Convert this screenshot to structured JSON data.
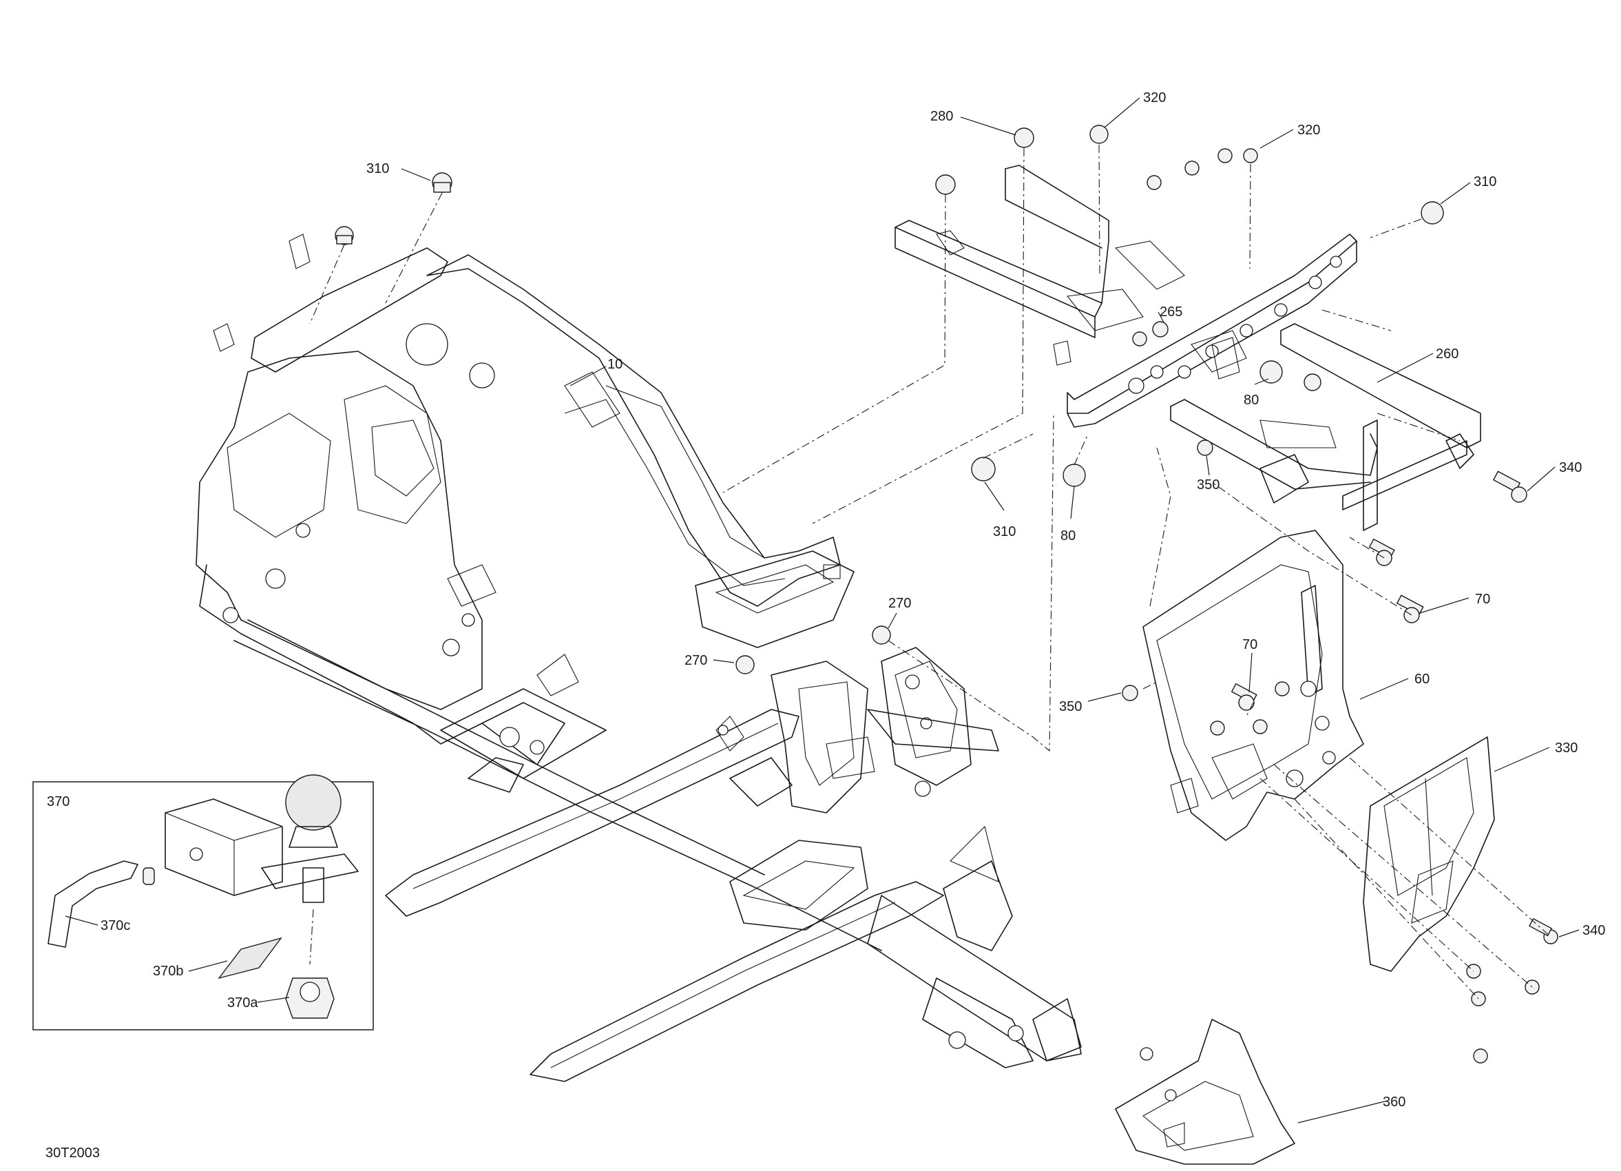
{
  "diagram": {
    "drawing_code": "30T2003",
    "callouts": [
      {
        "id": "c-310-left",
        "text": "310"
      },
      {
        "id": "c-10",
        "text": "10"
      },
      {
        "id": "c-280",
        "text": "280"
      },
      {
        "id": "c-320-top",
        "text": "320"
      },
      {
        "id": "c-320-right",
        "text": "320"
      },
      {
        "id": "c-310-right",
        "text": "310"
      },
      {
        "id": "c-265",
        "text": "265"
      },
      {
        "id": "c-260",
        "text": "260"
      },
      {
        "id": "c-80-upper",
        "text": "80"
      },
      {
        "id": "c-350-upper",
        "text": "350"
      },
      {
        "id": "c-340-upper",
        "text": "340"
      },
      {
        "id": "c-310-mid",
        "text": "310"
      },
      {
        "id": "c-80-lower",
        "text": "80"
      },
      {
        "id": "c-70-right",
        "text": "70"
      },
      {
        "id": "c-270-upper",
        "text": "270"
      },
      {
        "id": "c-270-lower",
        "text": "270"
      },
      {
        "id": "c-70-mid",
        "text": "70"
      },
      {
        "id": "c-60",
        "text": "60"
      },
      {
        "id": "c-350-lower",
        "text": "350"
      },
      {
        "id": "c-330",
        "text": "330"
      },
      {
        "id": "c-340-lower",
        "text": "340"
      },
      {
        "id": "c-360",
        "text": "360"
      },
      {
        "id": "c-370",
        "text": "370"
      },
      {
        "id": "c-370c",
        "text": "370c"
      },
      {
        "id": "c-370b",
        "text": "370b"
      },
      {
        "id": "c-370a",
        "text": "370a"
      }
    ]
  }
}
